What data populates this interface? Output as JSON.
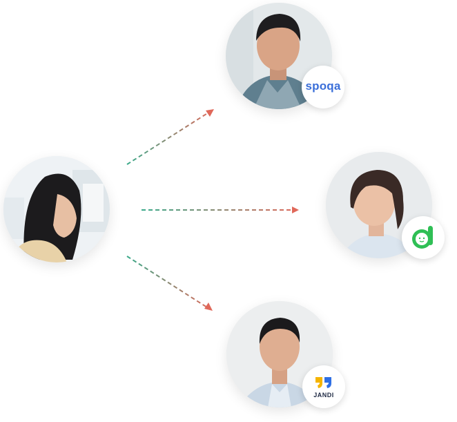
{
  "people": {
    "source": {
      "icon": "woman-at-laptop-photo"
    },
    "target_top": {
      "icon": "man-glasses-photo",
      "logo": {
        "name": "spoqa-logo",
        "label": "spoqa",
        "color": "#3b6fd9"
      }
    },
    "target_middle": {
      "icon": "woman-ponytail-photo",
      "logo": {
        "name": "green-mascot-logo",
        "color": "#2fbf55"
      }
    },
    "target_bottom": {
      "icon": "man-smiling-photo",
      "logo": {
        "name": "jandi-logo",
        "label": "JANDI",
        "colors": [
          "#f5b400",
          "#2f6fe4"
        ]
      }
    }
  },
  "arrows": {
    "style": "dashed",
    "gradient": [
      "#3aaa8a",
      "#e0685a"
    ],
    "count": 3
  }
}
